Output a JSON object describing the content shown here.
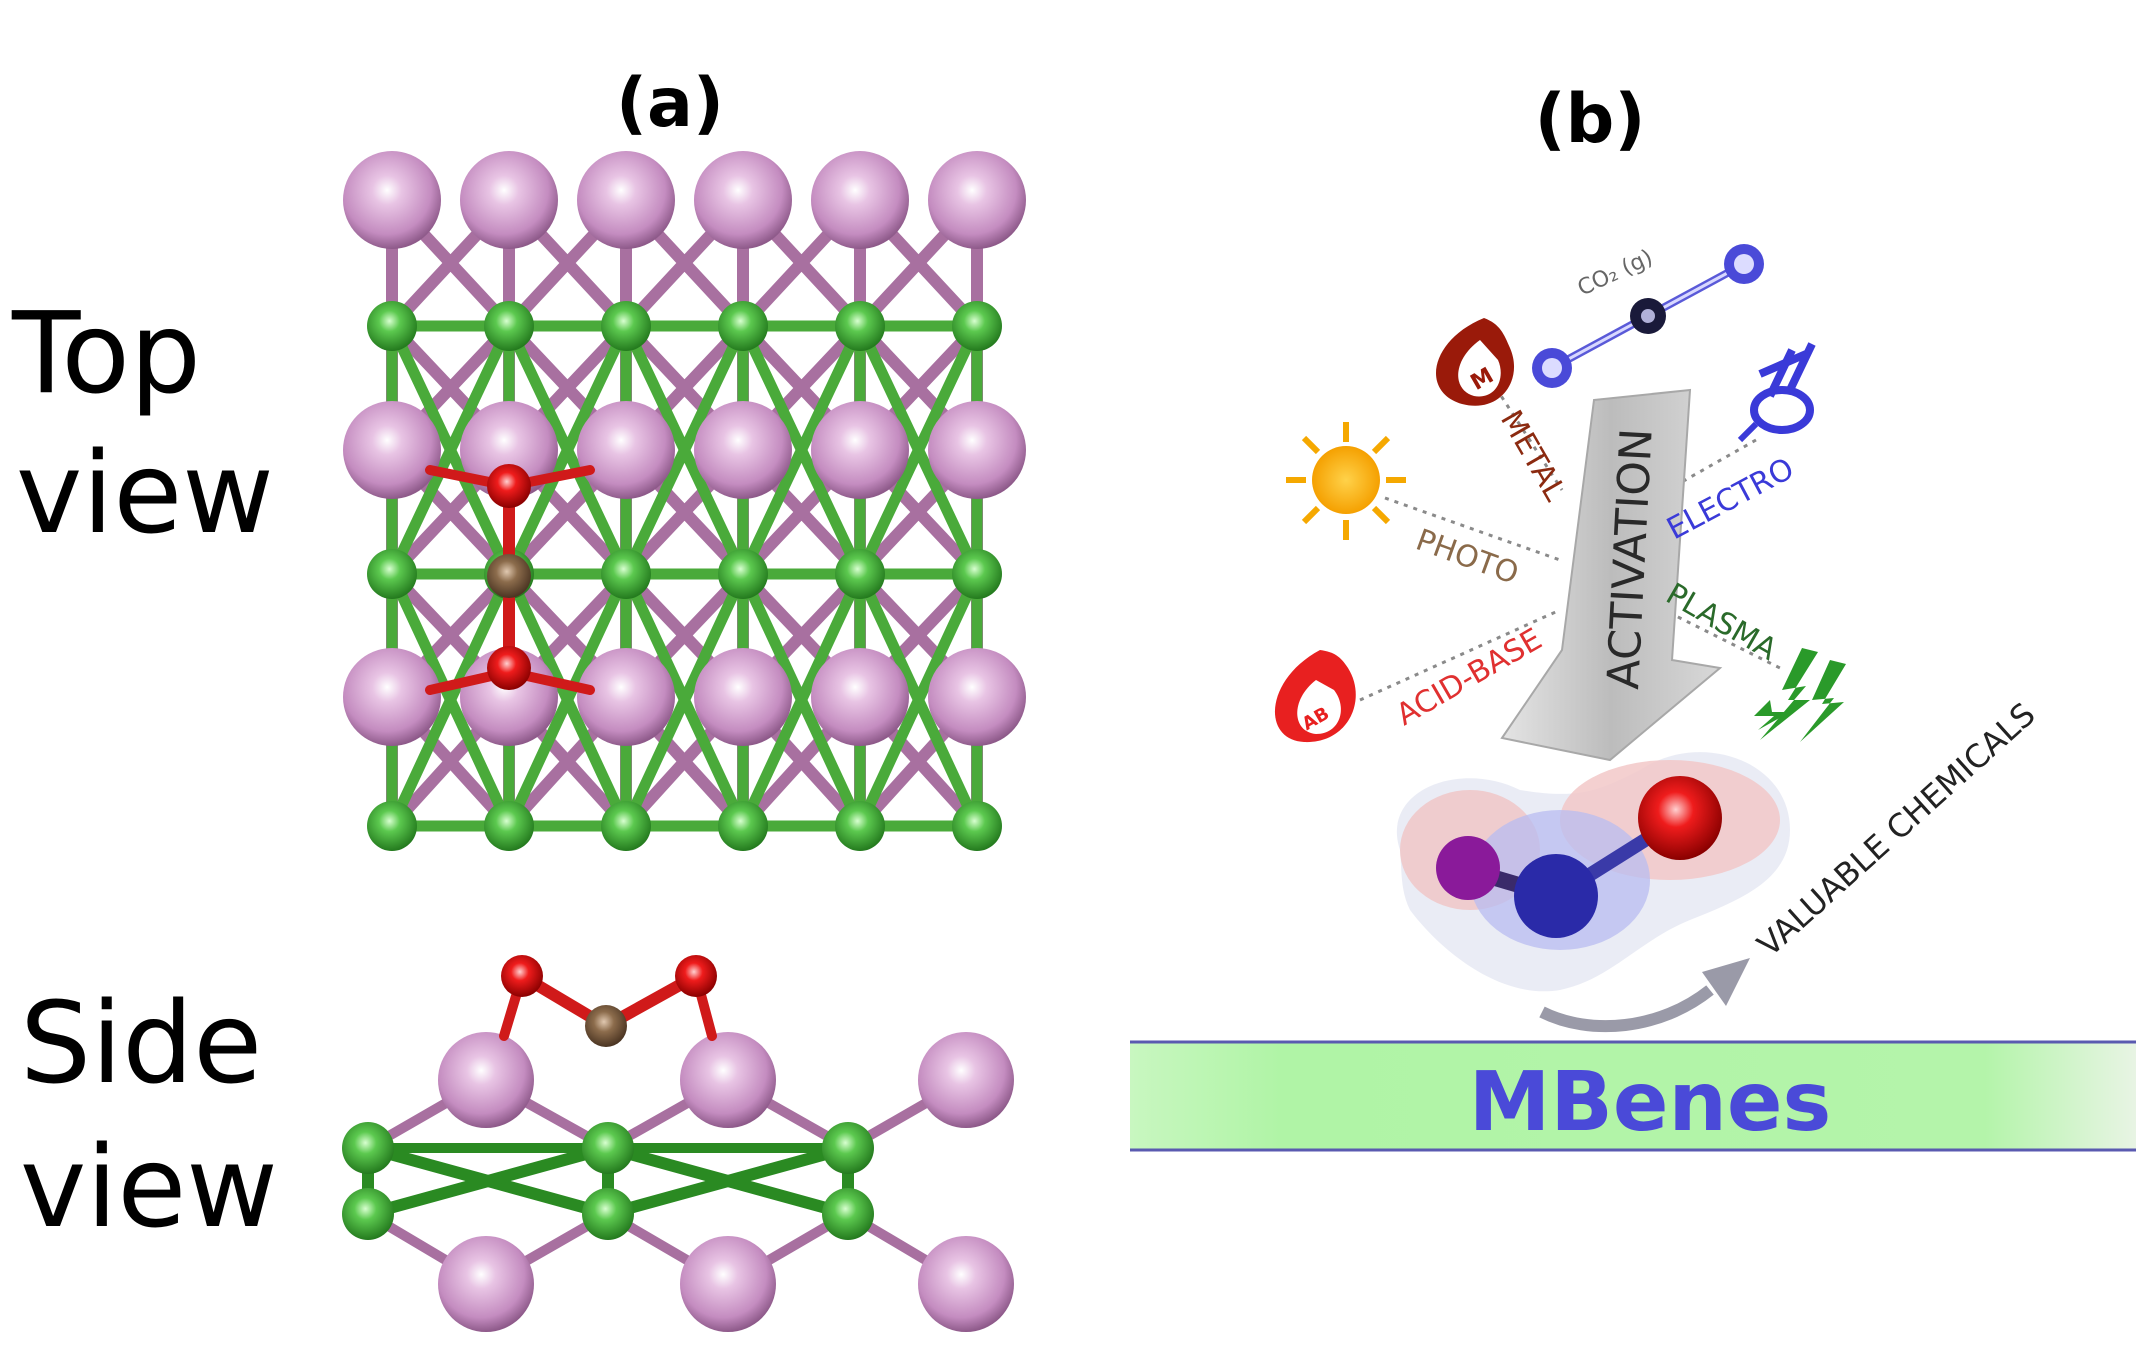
{
  "panels": {
    "a": {
      "label": "(a)",
      "top_label_line1": "Top",
      "top_label_line2": "view",
      "side_label_line1": "Side",
      "side_label_line2": "view"
    },
    "b": {
      "label": "(b)",
      "gas": "CO₂ (g)",
      "activation": "ACTIVATION",
      "routes": {
        "metal": "METAL",
        "electro": "ELECTRO",
        "photo": "PHOTO",
        "plasma": "PLASMA",
        "acid_base": "ACID-BASE"
      },
      "metal_badge": "M",
      "acid_base_badge": "AB",
      "product": "VALUABLE CHEMICALS",
      "substrate": "MBenes"
    }
  },
  "colors": {
    "metal_atom": "#c98dc4",
    "boron_atom": "#3fae3a",
    "oxygen_atom": "#e01616",
    "carbon_atom": "#8a6a4a",
    "metal_route": "#8b2a10",
    "electro_route": "#3a3ad8",
    "photo_route": "#8a6a4a",
    "plasma_route": "#2a6a2a",
    "acid_base_route": "#e03030",
    "mbenes_text": "#4a4ad8",
    "mbenes_bar": "#b8f5b0"
  },
  "icons": [
    "sun-icon",
    "metal-flame-icon",
    "acid-base-flame-icon",
    "electrode-plug-icon",
    "lightning-bolt-icon",
    "co2-molecule-icon",
    "curved-arrow-icon"
  ]
}
